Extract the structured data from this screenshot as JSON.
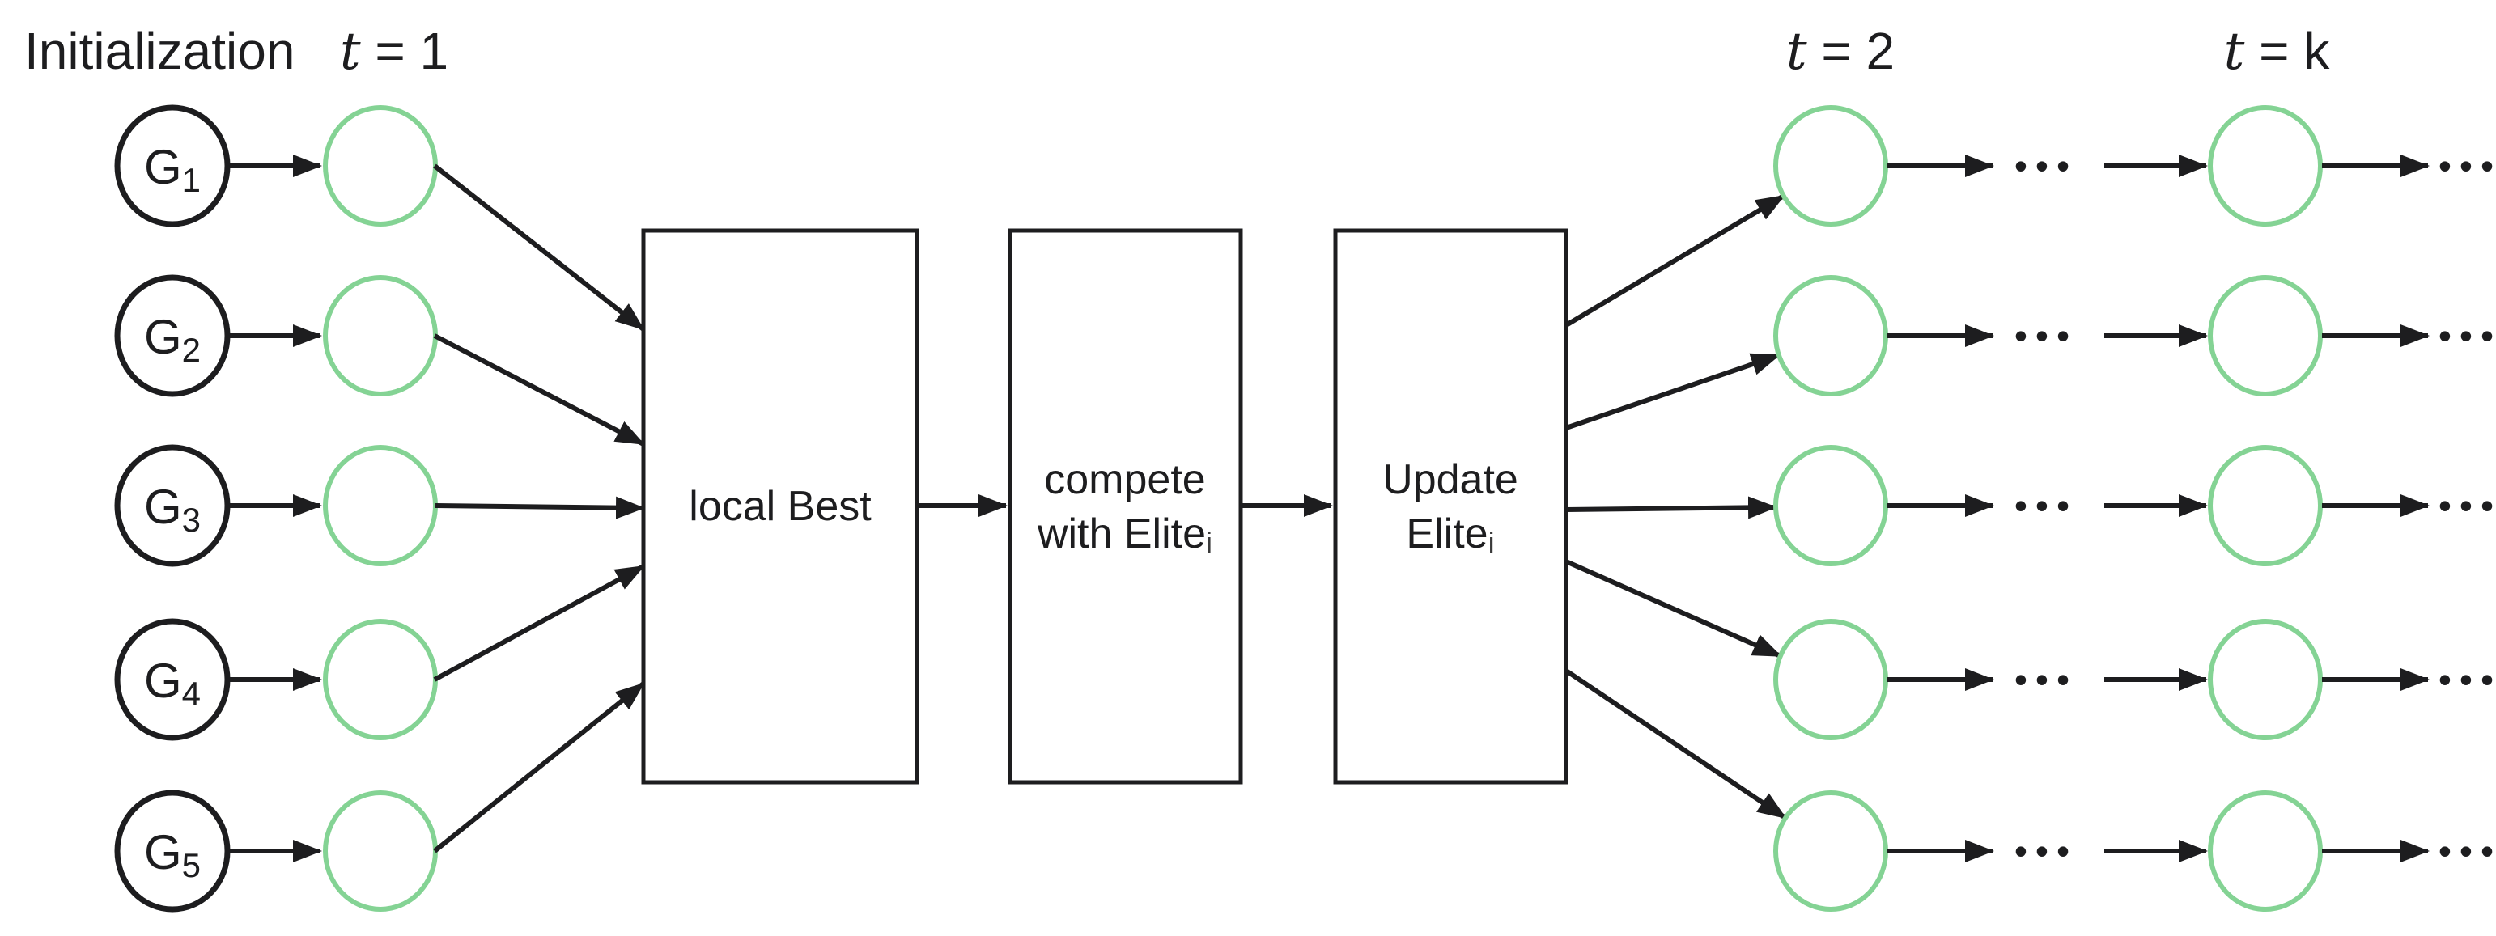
{
  "header": {
    "initialization_label": "Initialization",
    "t1": {
      "var": "t",
      "eq": " = 1"
    },
    "t2": {
      "var": "t",
      "eq": " = 2"
    },
    "tk": {
      "var": "t",
      "eq": " = k"
    }
  },
  "generation_nodes": [
    {
      "base": "G",
      "sub": "1"
    },
    {
      "base": "G",
      "sub": "2"
    },
    {
      "base": "G",
      "sub": "3"
    },
    {
      "base": "G",
      "sub": "4"
    },
    {
      "base": "G",
      "sub": "5"
    }
  ],
  "process_boxes": {
    "local_best": {
      "line1": "local Best"
    },
    "compete": {
      "line1": "compete",
      "line2": "with Elite",
      "line2_sub": "i"
    },
    "update": {
      "line1": "Update",
      "line2": "Elite",
      "line2_sub": "i"
    }
  },
  "symbols": {
    "ellipsis": "•••"
  },
  "colors": {
    "node_green": "#84d394",
    "ink": "#1d1d1f",
    "background": "#ffffff"
  }
}
